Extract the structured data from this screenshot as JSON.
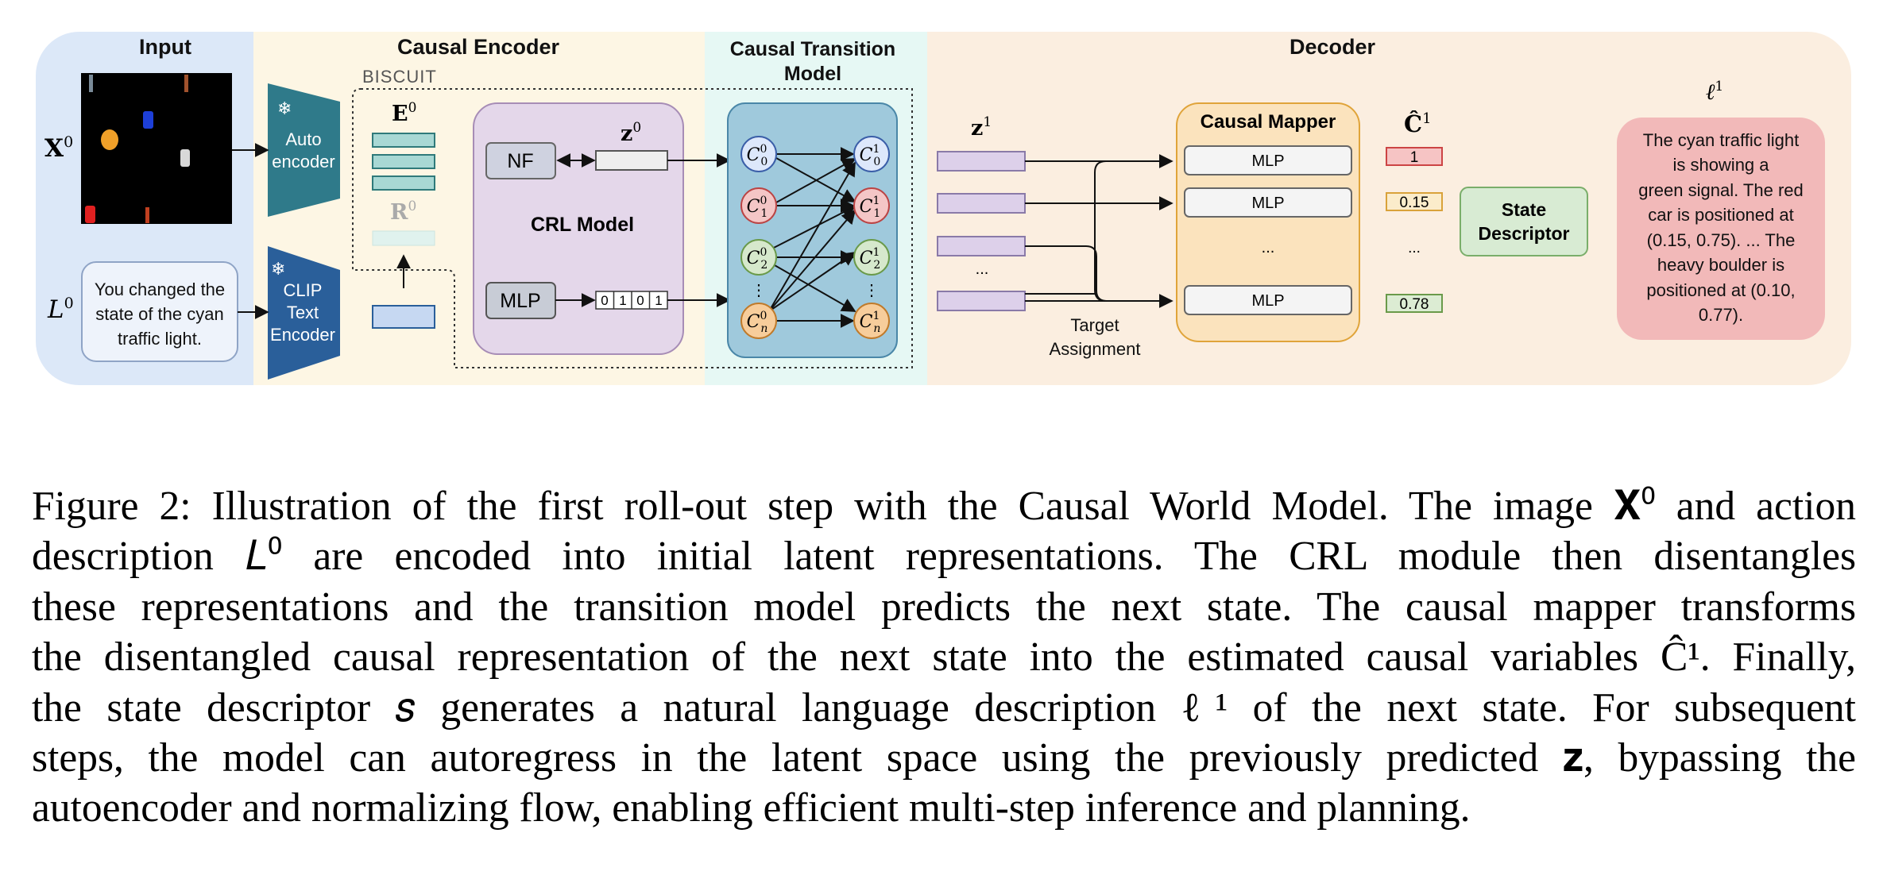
{
  "sections": {
    "input": "Input",
    "encoder": "Causal Encoder",
    "transition_l1": "Causal Transition",
    "transition_l2": "Model",
    "decoder": "Decoder"
  },
  "labels": {
    "x0": "X",
    "x0_sup": "0",
    "l0": "L",
    "l0_sup": "0",
    "action_text": [
      "You changed the",
      "state of the cyan",
      "traffic light."
    ],
    "autoencoder": [
      "Auto",
      "encoder"
    ],
    "clip": [
      "CLIP",
      "Text",
      "Encoder"
    ],
    "snowflake": "❄",
    "biscuit": "BISCUIT",
    "e0": "E",
    "e0_sup": "0",
    "r0": "R",
    "r0_sup": "0",
    "nf": "NF",
    "mlp": "MLP",
    "z0": "z",
    "z0_sup": "0",
    "crl_model": "CRL Model",
    "action_bits": [
      "0",
      "1",
      "0",
      "1"
    ],
    "c": "C",
    "vdots": "⋮",
    "z1": "z",
    "z1_sup": "1",
    "ellipsis": "...",
    "target_assignment": [
      "Target",
      "Assignment"
    ],
    "causal_mapper": "Causal Mapper",
    "mapper_rows": [
      "MLP",
      "MLP",
      "...",
      "MLP"
    ],
    "chat": "Ĉ",
    "chat_sup": "1",
    "values": [
      "1",
      "0.15",
      "...",
      "0.78"
    ],
    "state_descriptor": [
      "State",
      "Descriptor"
    ],
    "ell": "ℓ",
    "ell_sup": "1",
    "output_text": [
      "The cyan traffic light",
      "is showing a",
      "green signal. The red",
      "car is positioned at",
      "(0.15, 0.75). ... The",
      "heavy boulder is",
      "positioned at (0.10,",
      "0.77)."
    ]
  },
  "colors": {
    "input_bg": "#dce8f8",
    "encoder_bg": "#fdf6e4",
    "transition_bg": "#e6f8f4",
    "decoder_bg": "#fbeee0",
    "crl_model": "#e4d7ea",
    "transition_box": "#9fc9dc",
    "encoder_blue": "#2d6e8e",
    "clip_blue": "#2a5f9a",
    "causal_mapper": "#fbe3bd",
    "state_descriptor": "#d8ebd3",
    "output_box": "#f2b9b9",
    "latent": "#ddd0ea",
    "node_blue": "#dde8fb",
    "node_red": "#f4c6c6",
    "node_green": "#d6e8cc",
    "node_orange": "#f7cd9b"
  },
  "caption_lines": [
    "Figure 2: Illustration of the first roll-out step with the Causal World Model. The image 𝐗⁰ and action",
    "description 𝐿⁰ are encoded into initial latent representations. The CRL module then disentangles",
    "these representations and the transition model predicts the next state. The causal mapper transforms",
    "the disentangled causal representation of the next state into the estimated causal variables Ĉ¹. Finally,",
    "the state descriptor 𝑠 generates a natural language description ℓ¹ of the next state. For subsequent",
    "steps, the model can autoregress in the latent space using the previously predicted 𝐳, bypassing the",
    "autoencoder and normalizing flow, enabling efficient multi-step inference and planning."
  ]
}
